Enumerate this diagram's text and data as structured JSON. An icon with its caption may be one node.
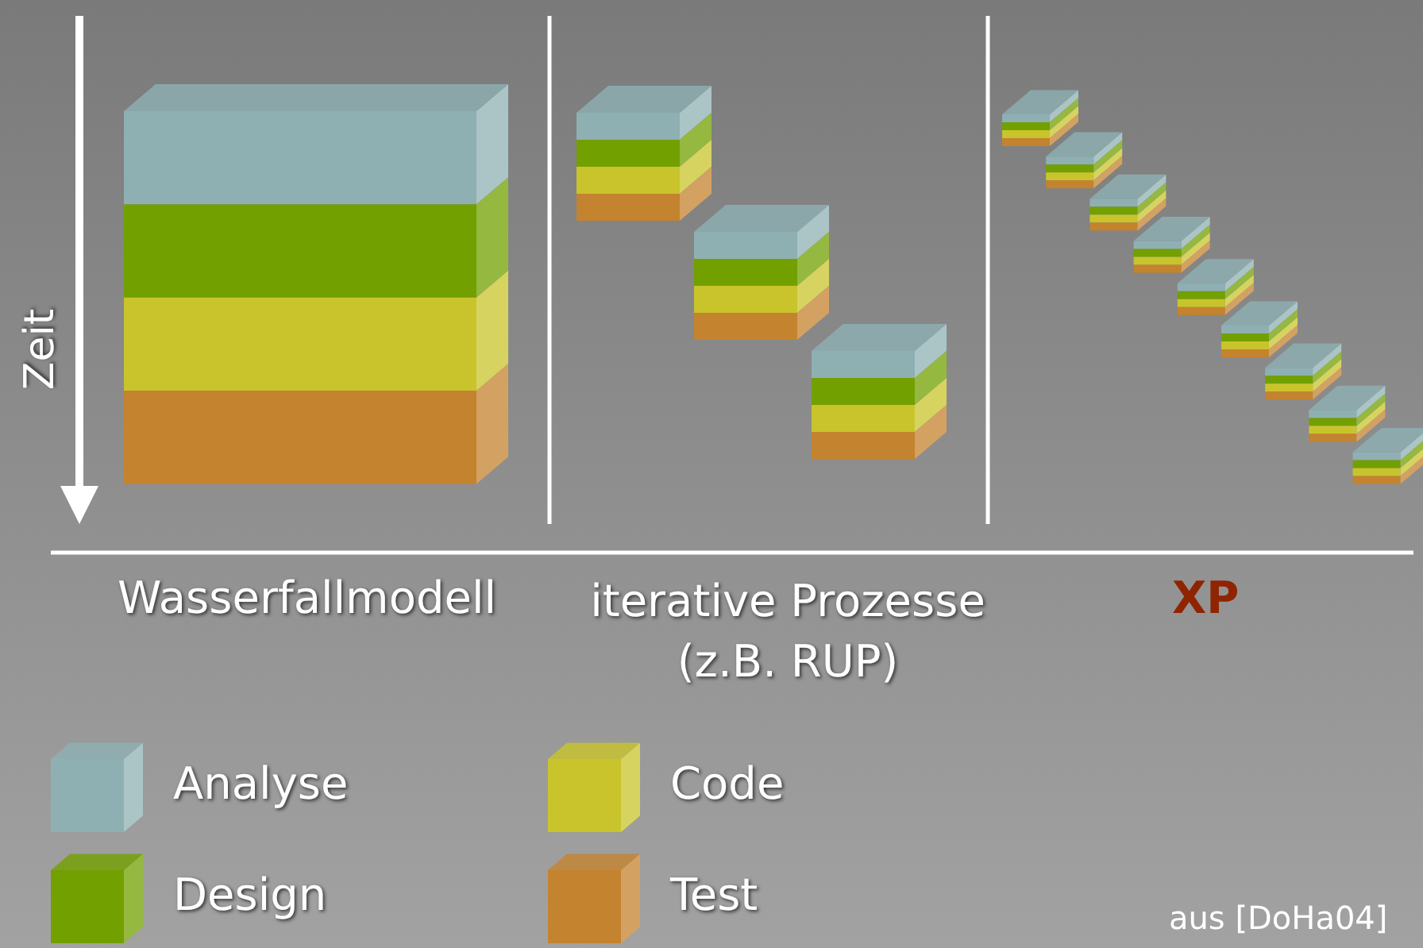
{
  "diagram": {
    "labels": [
      "Zeit",
      "Wasserfallmodell",
      "iterative Prozesse (z.B. RUP)",
      "XP",
      "aus [DoHa04]"
    ],
    "legend": [
      {
        "text": "Analyse",
        "color": "#8fb0b3"
      },
      {
        "text": "Design",
        "color": "#72a000"
      },
      {
        "text": "Code",
        "color": "#c9c42c"
      },
      {
        "text": "Test",
        "color": "#c4832e"
      }
    ]
  }
}
